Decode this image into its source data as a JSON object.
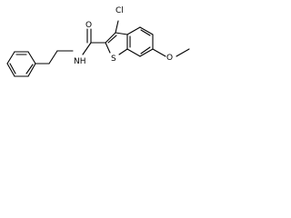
{
  "labels": {
    "cl": "Cl",
    "o_carbonyl": "O",
    "nh": "NH",
    "s": "S",
    "o_methoxy": "O"
  },
  "colors": {
    "bond": "#000000",
    "text": "#000000",
    "background": "#ffffff"
  }
}
